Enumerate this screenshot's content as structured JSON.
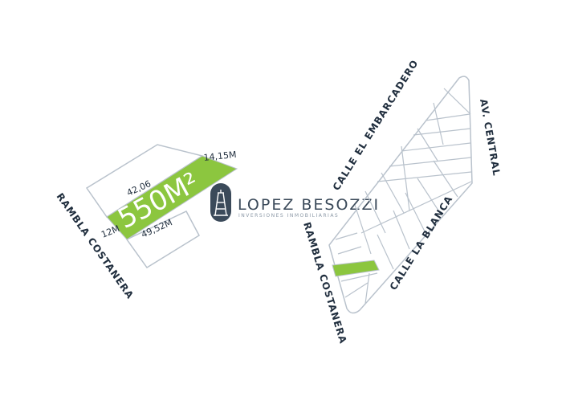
{
  "plot_detail": {
    "area_label": "550M²",
    "front_width": "14,15M",
    "back_width": "12M",
    "side_top": "42,06",
    "side_bottom": "49,52M",
    "street": "RAMBLA COSTANERA"
  },
  "logo": {
    "name": "LOPEZ BESOZZI",
    "tagline": "INVERSIONES INMOBILIARIAS"
  },
  "block_map": {
    "street_top": "CALLE EL EMBARCADERO",
    "street_right": "AV. CENTRAL",
    "street_bottom": "CALLE LA BLANCA",
    "street_left": "RAMBLA COSTANERA"
  },
  "colors": {
    "highlight": "#8cc63f",
    "lines": "#b9c2cc",
    "text": "#1f2d3d"
  }
}
